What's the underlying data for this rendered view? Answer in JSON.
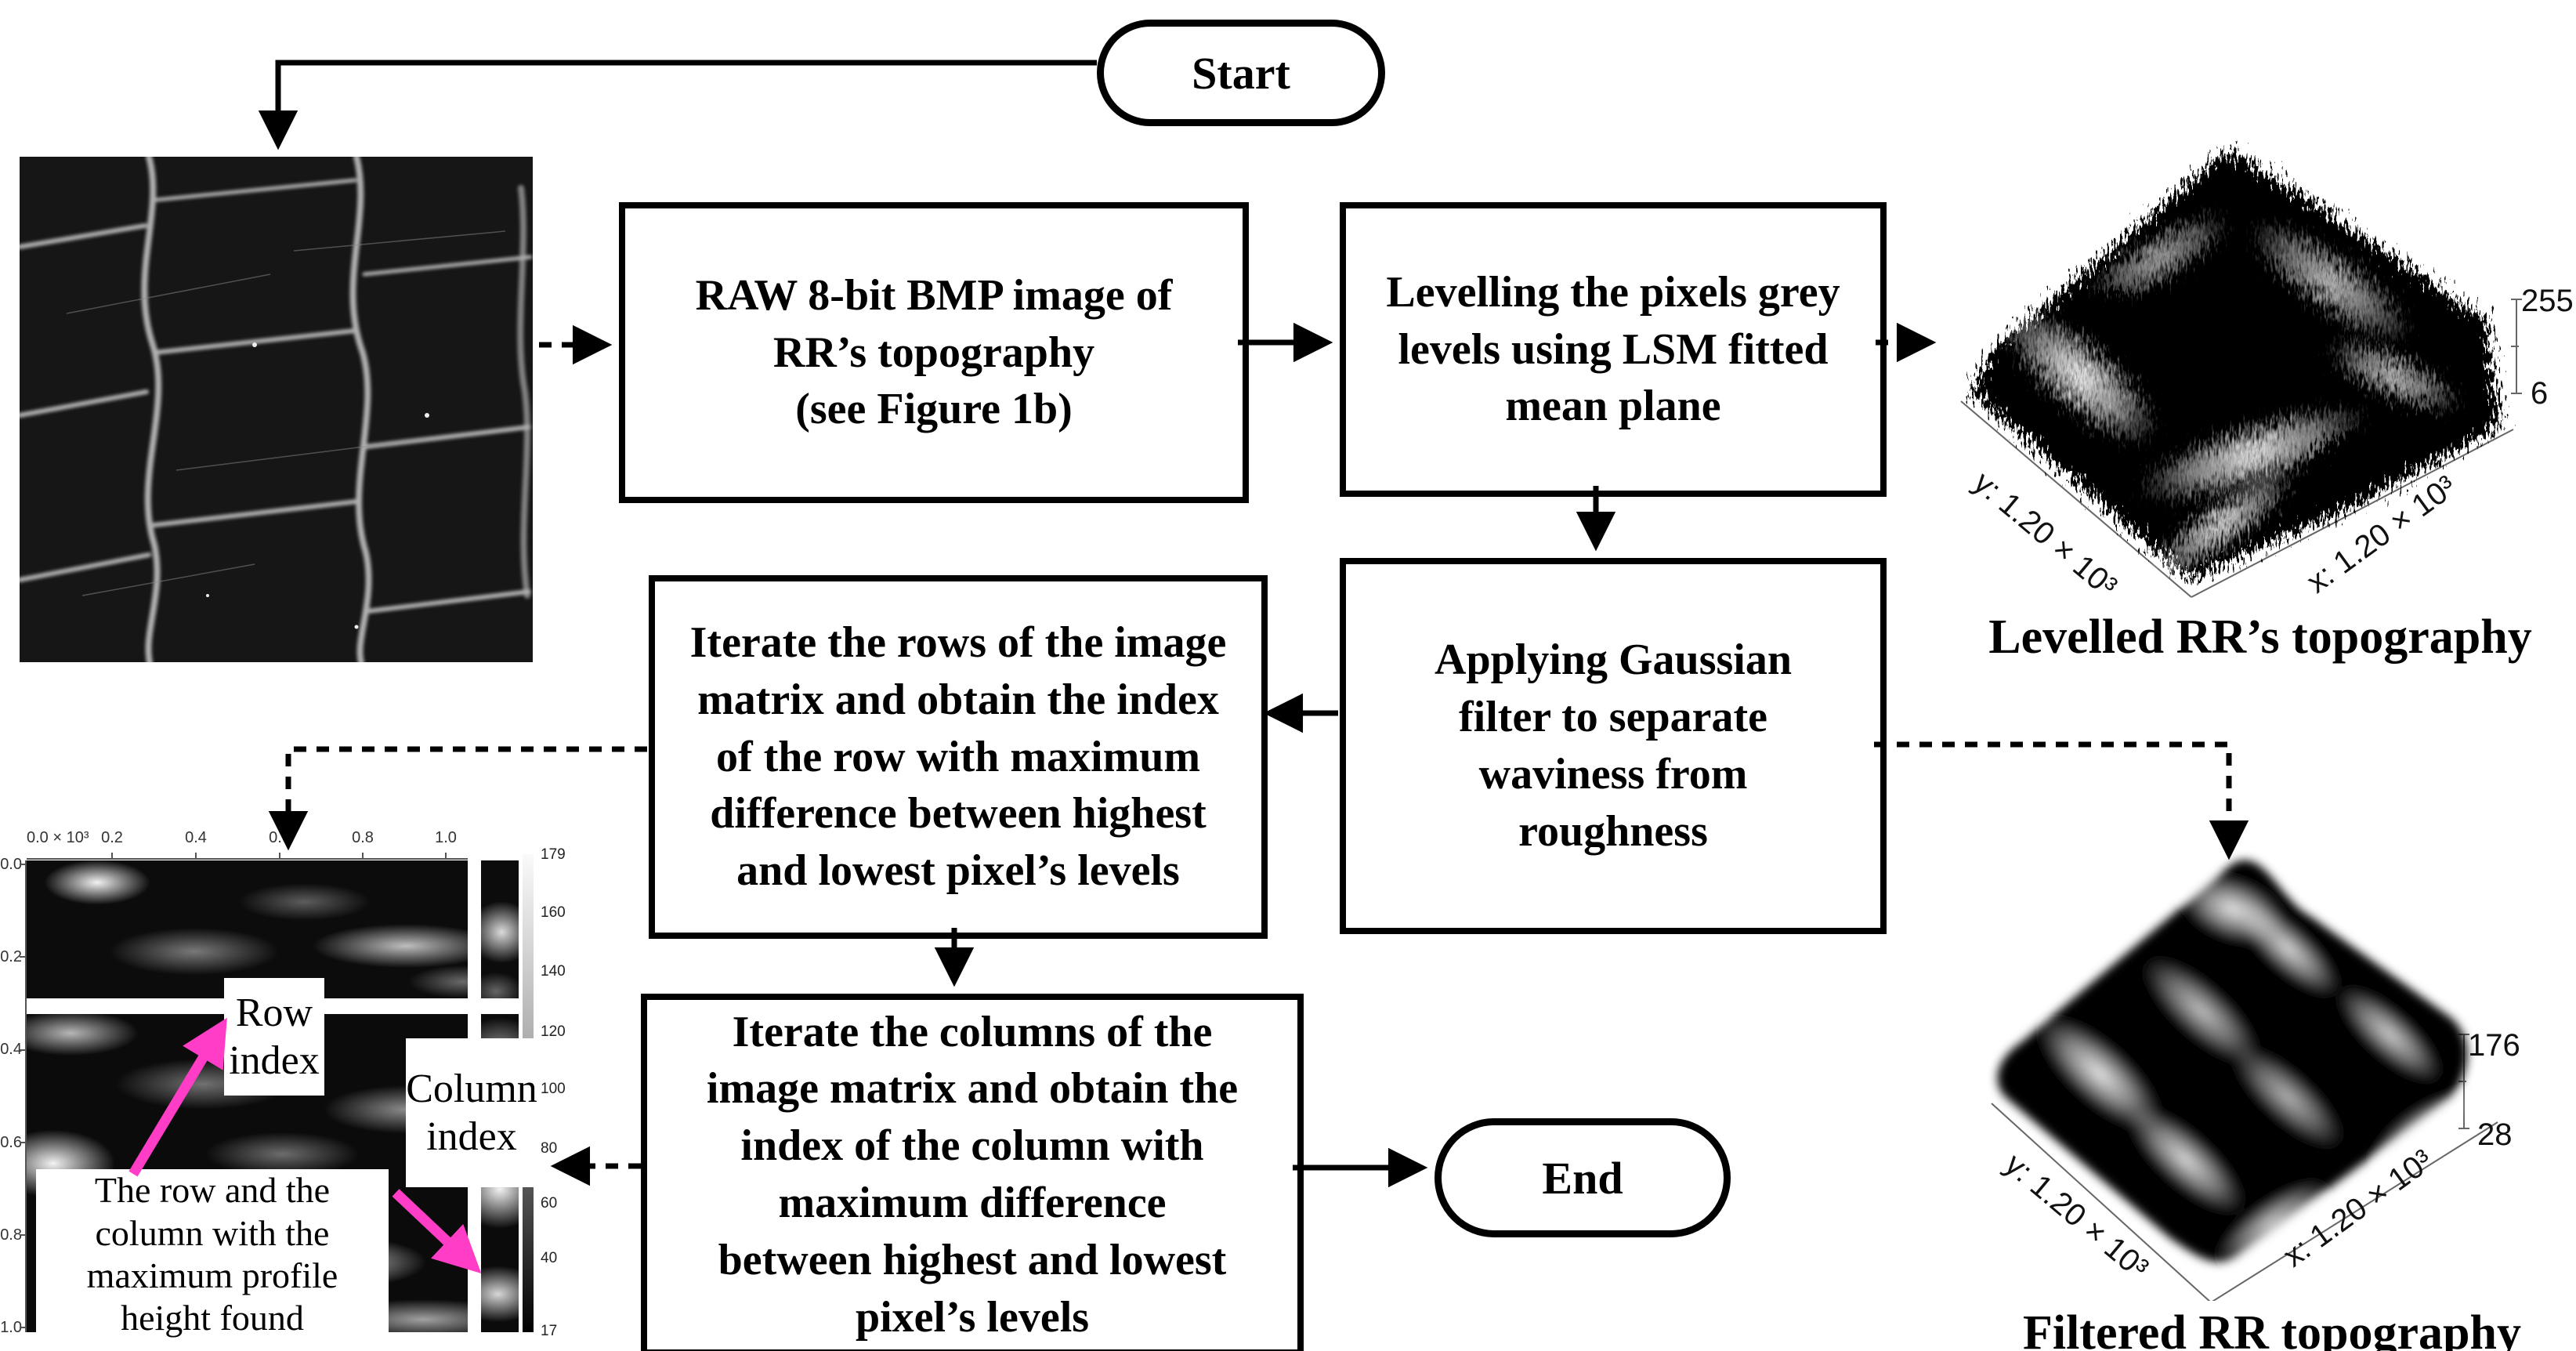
{
  "terminals": {
    "start": "Start",
    "end": "End"
  },
  "boxes": {
    "raw": {
      "lines": [
        "RAW 8-bit BMP image of",
        "RR’s topography",
        "(see Figure 1b)"
      ]
    },
    "levelling": {
      "lines": [
        "Levelling the pixels grey",
        "levels using LSM fitted",
        "mean plane"
      ]
    },
    "gaussian": {
      "lines": [
        "Applying Gaussian",
        "filter to separate",
        "waviness from",
        "roughness"
      ]
    },
    "iterate_rows": {
      "lines": [
        "Iterate the rows of the image",
        "matrix and obtain the index",
        "of the row with maximum",
        "difference between highest",
        "and lowest pixel’s levels"
      ]
    },
    "iterate_columns": {
      "lines": [
        "Iterate the columns of the",
        "image matrix and obtain the",
        "index of the column with",
        "maximum difference",
        "between highest and lowest",
        "pixel’s levels"
      ]
    }
  },
  "levelled_plot": {
    "caption": "Levelled RR’s topography",
    "z_max": "255",
    "z_min": "6",
    "y_label": "y: 1.20 × 10³",
    "x_label": "x: 1.20 × 10³"
  },
  "filtered_plot": {
    "caption": "Filtered RR topography",
    "z_max": "176",
    "z_min": "28",
    "y_label": "y: 1.20 × 10³",
    "x_label": "x: 1.20 × 10³"
  },
  "profile_panel": {
    "x_ticks": [
      "0.0 × 10³",
      "0.2",
      "0.4",
      "0.6",
      "0.8",
      "1.0"
    ],
    "y_ticks": [
      "0.0",
      "0.2",
      "0.4",
      "0.6",
      "0.8",
      "1.0"
    ],
    "colorbar_ticks": [
      "179",
      "160",
      "140",
      "120",
      "100",
      "80",
      "60",
      "40",
      "17"
    ],
    "row_index_label": {
      "lines": [
        "Row",
        "index"
      ]
    },
    "column_index_label": {
      "lines": [
        "Column",
        "index"
      ]
    },
    "found_label": {
      "lines": [
        "The row and the",
        "column with the",
        "maximum profile",
        "height found"
      ]
    }
  },
  "colors": {
    "accent_magenta": "#ff3dc6",
    "ink": "#000000"
  }
}
